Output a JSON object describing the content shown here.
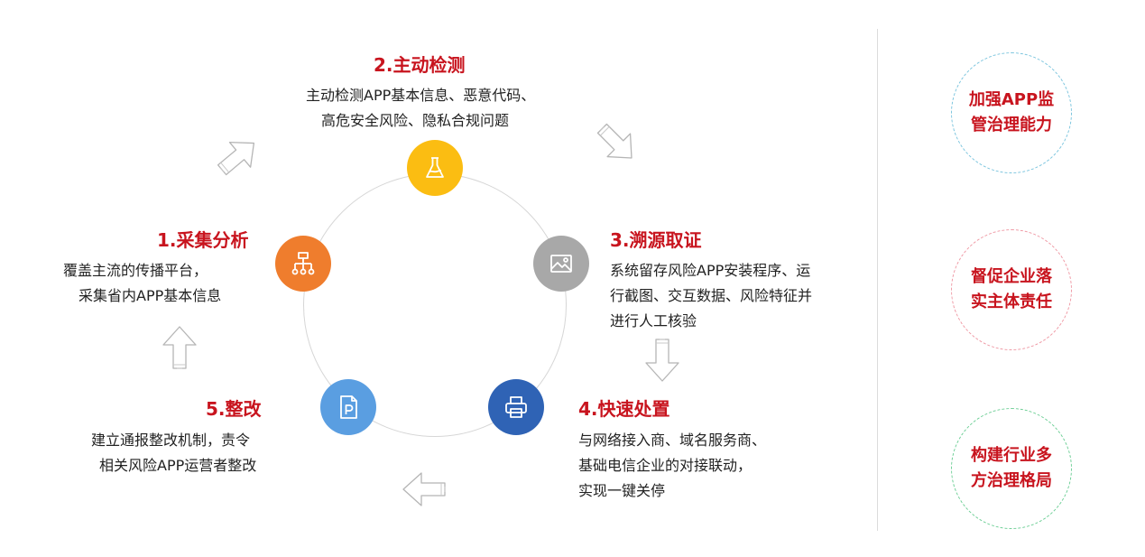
{
  "steps": [
    {
      "title": "2.主动检测",
      "lines": [
        "主动检测APP基本信息、恶意代码、",
        "高危安全风险、隐私合规问题"
      ],
      "icon": "flask-icon",
      "color": "#fbbd12"
    },
    {
      "title": "3.溯源取证",
      "lines": [
        "系统留存风险APP安装程序、运",
        "行截图、交互数据、风险特征并",
        "进行人工核验"
      ],
      "icon": "image-icon",
      "color": "#a8a8a8"
    },
    {
      "title": "4.快速处置",
      "lines": [
        "与网络接入商、域名服务商、",
        "基础电信企业的对接联动，",
        "实现一键关停"
      ],
      "icon": "printer-icon",
      "color": "#2f63b5"
    },
    {
      "title": "5.整改",
      "lines": [
        "建立通报整改机制，责令",
        "相关风险APP运营者整改"
      ],
      "icon": "document-p-icon",
      "color": "#5a9ee1"
    },
    {
      "title": "1.采集分析",
      "lines": [
        "覆盖主流的传播平台，",
        "采集省内APP基本信息"
      ],
      "icon": "org-chart-icon",
      "color": "#ef7d2d"
    }
  ],
  "goals": [
    {
      "lines": [
        "加强APP监",
        "管治理能力"
      ],
      "border": "#7cc5de"
    },
    {
      "lines": [
        "督促企业落",
        "实主体责任"
      ],
      "border": "#ef9aa5"
    },
    {
      "lines": [
        "构建行业多",
        "方治理格局"
      ],
      "border": "#6fcf97"
    }
  ],
  "colors": {
    "title_red": "#c8141e"
  }
}
